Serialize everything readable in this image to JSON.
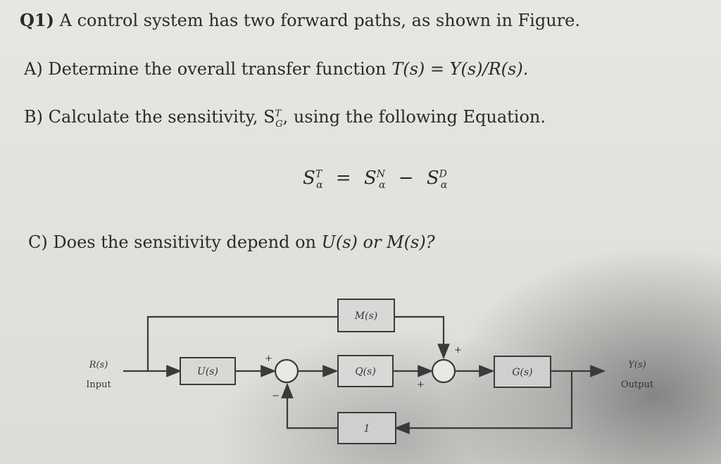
{
  "question": {
    "label": "Q1)",
    "intro": "A control system has two forward paths, as shown in Figure."
  },
  "part_a": {
    "label": "A)",
    "text": "Determine the overall transfer function ",
    "formula": "T(s) = Y(s)/R(s)."
  },
  "part_b": {
    "label": "B)",
    "text_before": "Calculate the sensitivity, S",
    "sup": "T",
    "sub": "G",
    "text_after": ", using the following Equation."
  },
  "equation": {
    "lhs": "S",
    "lhs_sup": "T",
    "lhs_sub": "α",
    "eq_sign": "=",
    "term1": "S",
    "term1_sup": "N",
    "term1_sub": "α",
    "minus": "−",
    "term2": "S",
    "term2_sup": "D",
    "term2_sub": "α"
  },
  "part_c": {
    "label": "C)",
    "text": "Does the sensitivity depend on ",
    "formula": "U(s) or M(s)?"
  },
  "diagram": {
    "input_symbol": "R(s)",
    "input_label": "Input",
    "output_symbol": "Y(s)",
    "output_label": "Output",
    "blocks": {
      "u": "U(s)",
      "m": "M(s)",
      "q": "Q(s)",
      "g": "G(s)",
      "feedback": "1"
    },
    "signs": {
      "sum1_top": "+",
      "sum1_bottom": "−",
      "sum2_top": "+",
      "sum2_bottom": "+"
    }
  }
}
